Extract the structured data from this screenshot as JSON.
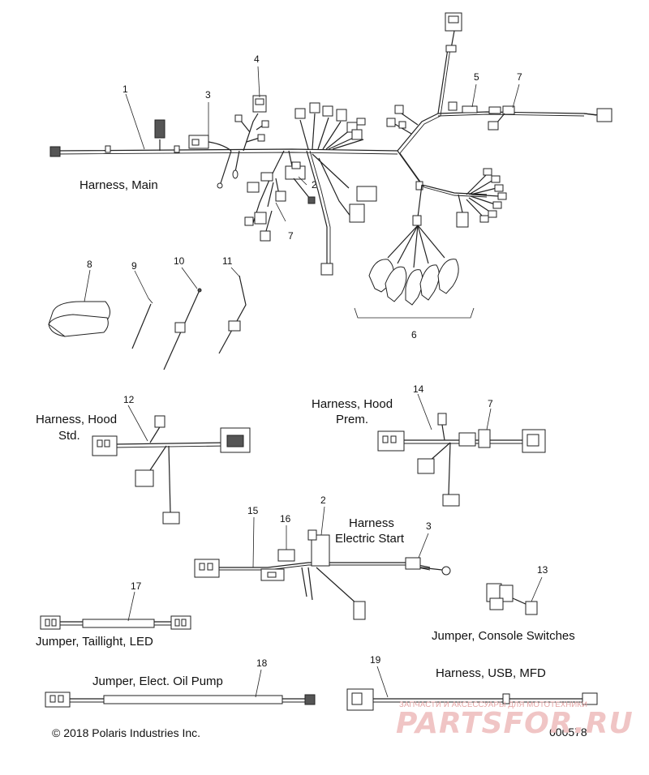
{
  "labels": {
    "harness_main": "Harness, Main",
    "harness_hood_std_1": "Harness, Hood",
    "harness_hood_std_2": "Std.",
    "harness_hood_prem_1": "Harness, Hood",
    "harness_hood_prem_2": "Prem.",
    "harness_electric_start_1": "Harness",
    "harness_electric_start_2": "Electric Start",
    "jumper_console_switches": "Jumper, Console Switches",
    "jumper_taillight_led": "Jumper, Taillight, LED",
    "jumper_elect_oil_pump": "Jumper, Elect. Oil Pump",
    "harness_usb_mfd": "Harness, USB, MFD"
  },
  "callouts": {
    "c1": "1",
    "c2a": "2",
    "c3a": "3",
    "c4": "4",
    "c5": "5",
    "c6": "6",
    "c7a": "7",
    "c7b": "7",
    "c8": "8",
    "c9": "9",
    "c10": "10",
    "c11": "11",
    "c12": "12",
    "c14": "14",
    "c7c": "7",
    "c15": "15",
    "c16": "16",
    "c2b": "2",
    "c3b": "3",
    "c13": "13",
    "c17": "17",
    "c18": "18",
    "c19": "19"
  },
  "footer": {
    "copyright": "© 2018 Polaris Industries Inc.",
    "diagram_number": "600578"
  },
  "watermark": {
    "line1": "ЗАПЧАСТИ И АКСЕССУАРЫ ДЛЯ МОТОТЕХНИКИ",
    "line2": "PARTSFOR.RU"
  }
}
